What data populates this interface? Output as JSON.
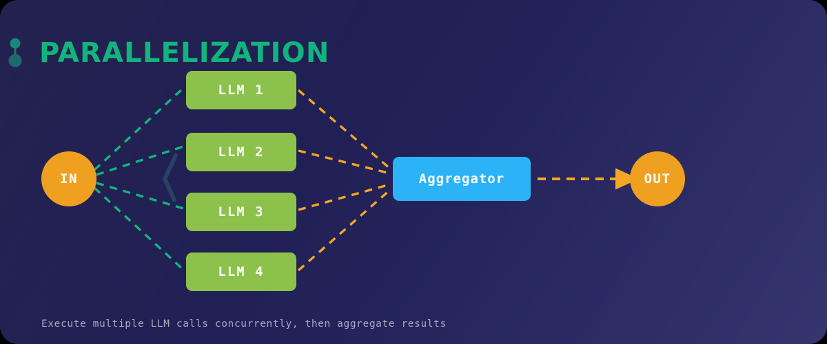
{
  "diagram": {
    "title": "PARALLELIZATION",
    "caption": "Execute multiple LLM calls concurrently, then aggregate results",
    "colors": {
      "background_dark": "#1b1a48",
      "background_light": "#302f6a",
      "title": "#12b47e",
      "llm_box": "#8cc24b",
      "aggregator": "#2cb3f7",
      "endpoint": "#f0a020",
      "edge_in": "#13b57f",
      "edge_out": "#f5a623",
      "caption": "#a9a7c4",
      "decor": "#1f6f6a"
    },
    "nodes": {
      "input": {
        "label": "IN"
      },
      "output": {
        "label": "OUT"
      },
      "aggregator": {
        "label": "Aggregator"
      },
      "workers": [
        {
          "label": "LLM 1"
        },
        {
          "label": "LLM 2"
        },
        {
          "label": "LLM 3"
        },
        {
          "label": "LLM 4"
        }
      ]
    },
    "edges": {
      "fan_out_count": 4,
      "fan_in_count": 4,
      "final_label": ""
    }
  }
}
